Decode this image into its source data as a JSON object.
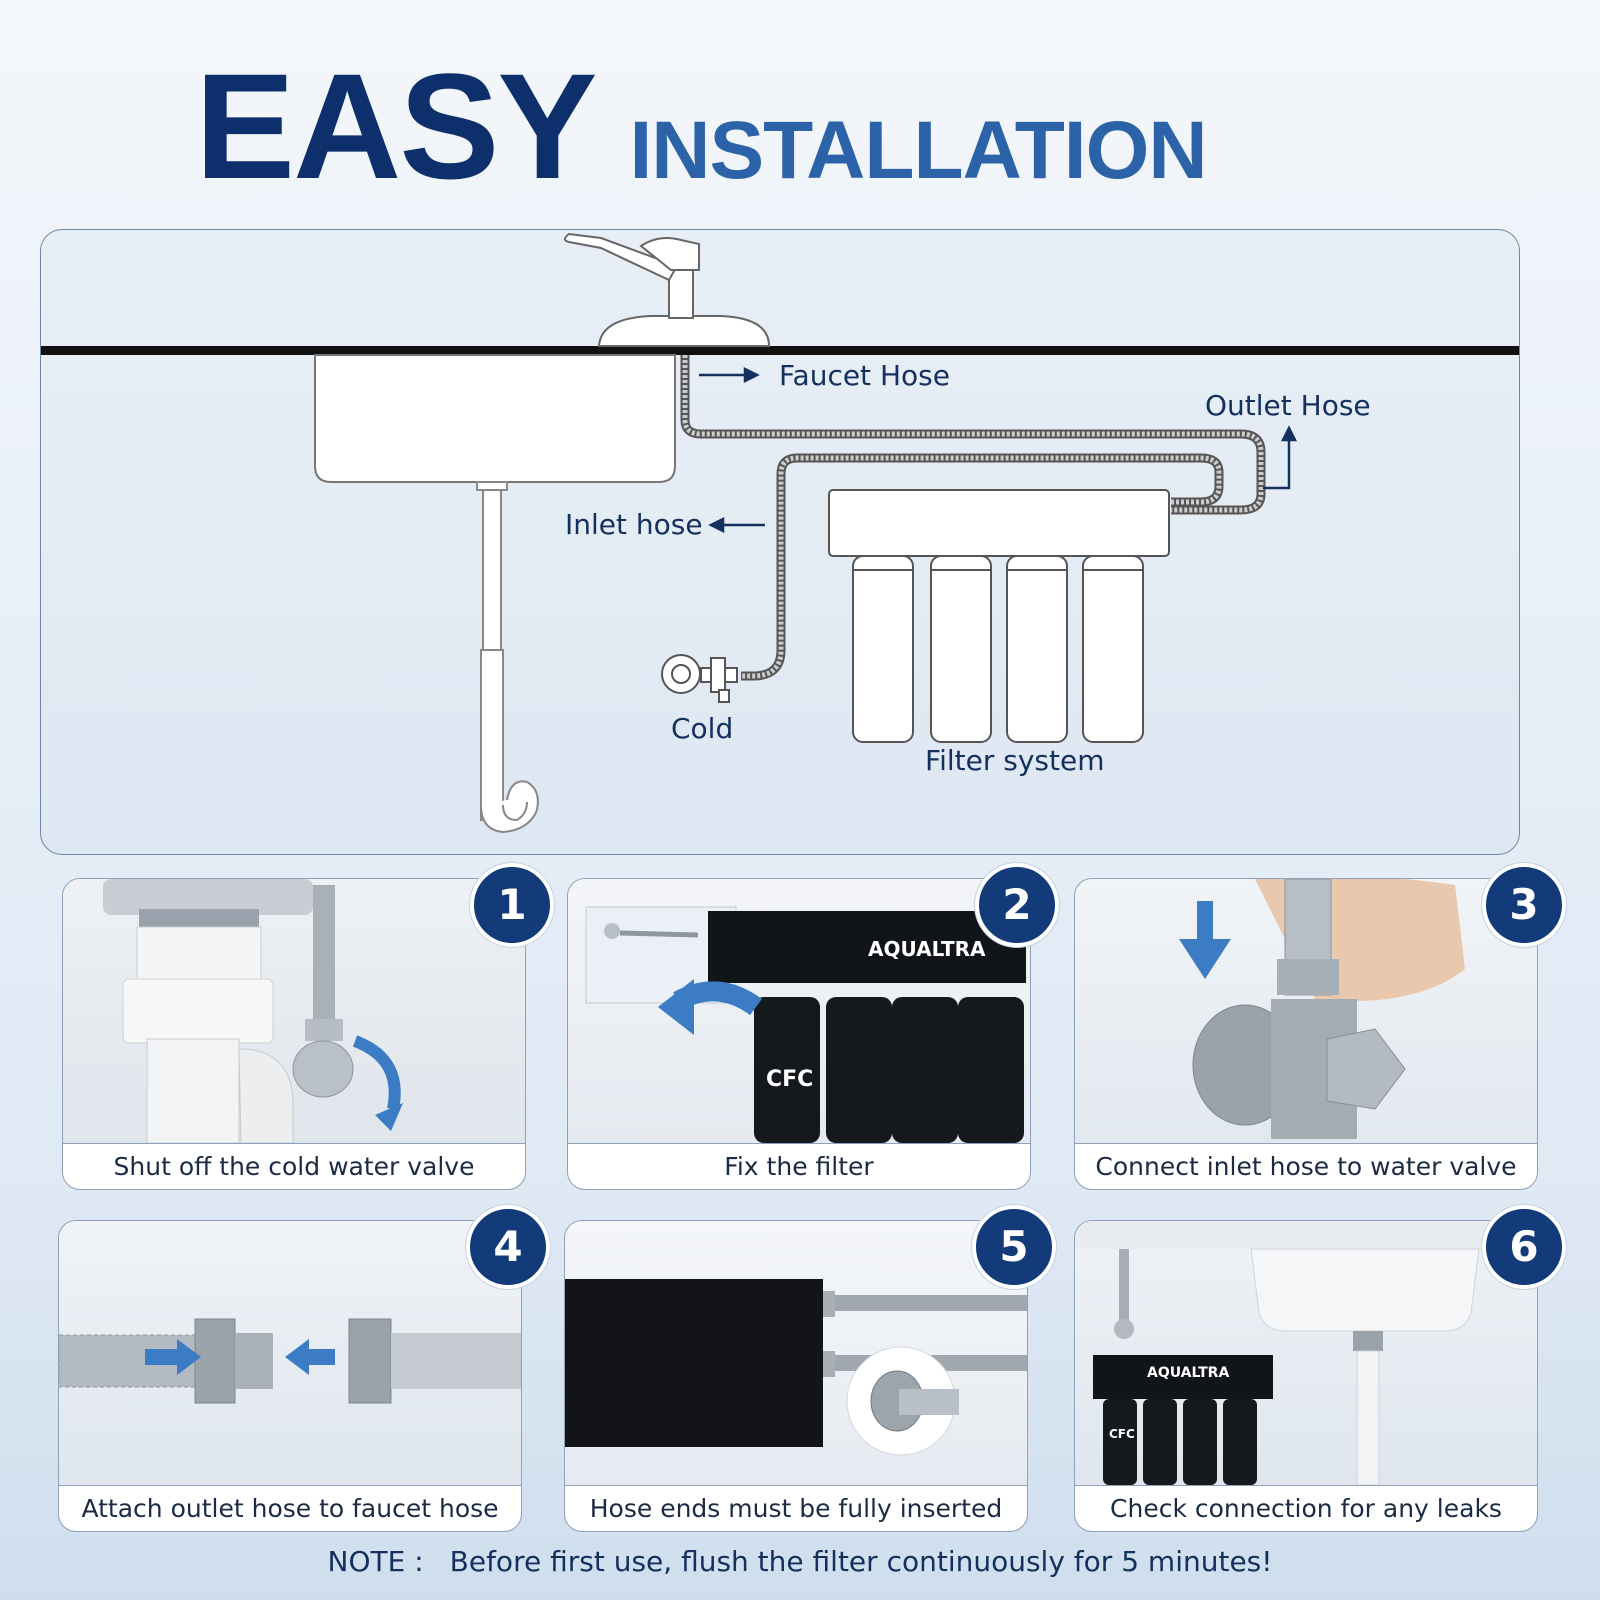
{
  "header": {
    "title_main": "EASY",
    "title_sub": "INSTALLATION"
  },
  "diagram": {
    "labels": {
      "faucet_hose": "Faucet Hose",
      "outlet_hose": "Outlet Hose",
      "inlet_hose": "Inlet hose",
      "cold": "Cold",
      "filter_system": "Filter system"
    }
  },
  "steps": [
    {
      "number": "1",
      "caption": "Shut off the cold water valve"
    },
    {
      "number": "2",
      "caption": "Fix the filter",
      "brand": "AQUALTRA",
      "cartridge_text": "CFC"
    },
    {
      "number": "3",
      "caption": "Connect inlet hose to water valve"
    },
    {
      "number": "4",
      "caption": "Attach outlet hose to faucet hose"
    },
    {
      "number": "5",
      "caption": "Hose ends must be fully inserted"
    },
    {
      "number": "6",
      "caption": "Check connection for any leaks",
      "brand": "AQUALTRA",
      "cartridge_text": "CFC"
    }
  ],
  "note": {
    "label": "NOTE :",
    "text": "Before first use, flush the filter continuously for 5 minutes!"
  },
  "colors": {
    "navy": "#0d2f6b",
    "blue": "#2c63a8",
    "arrow_blue": "#3b7cc4",
    "badge": "#133b7a"
  }
}
